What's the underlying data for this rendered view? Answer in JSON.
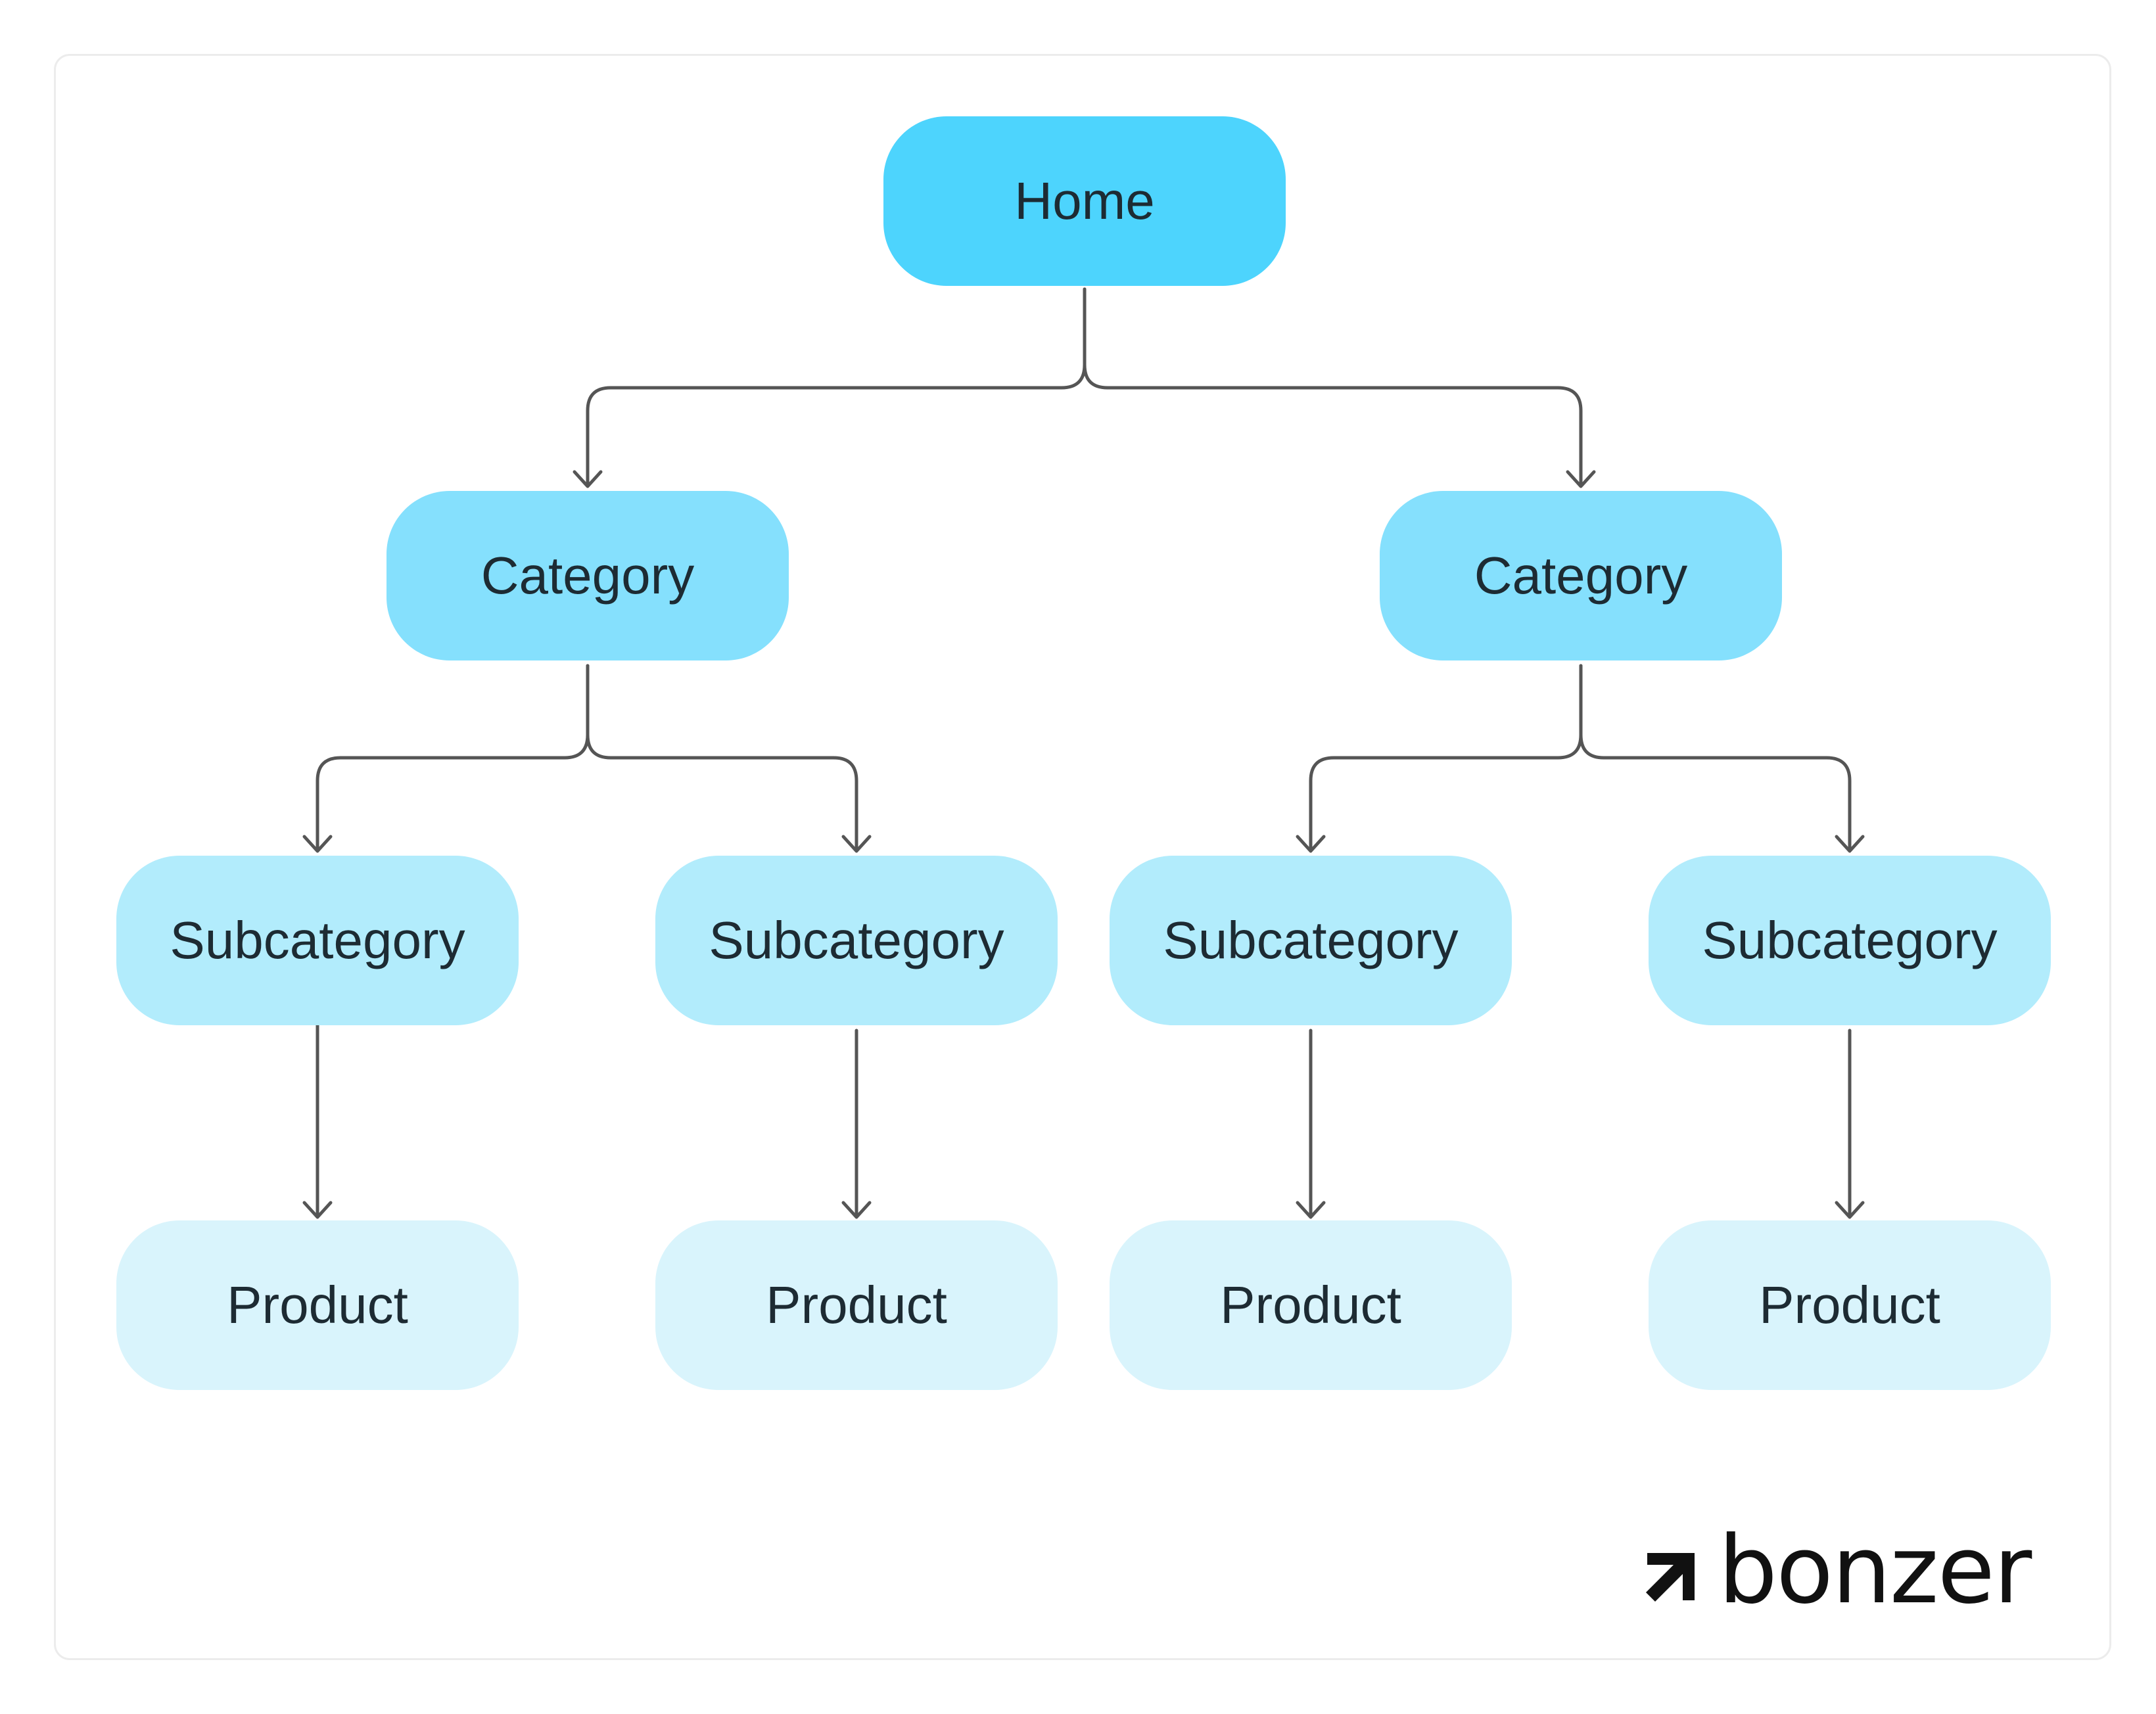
{
  "diagram": {
    "root": {
      "label": "Home"
    },
    "categories": [
      {
        "label": "Category",
        "subcategories": [
          {
            "label": "Subcategory",
            "product": {
              "label": "Product"
            }
          },
          {
            "label": "Subcategory",
            "product": {
              "label": "Product"
            }
          }
        ]
      },
      {
        "label": "Category",
        "subcategories": [
          {
            "label": "Subcategory",
            "product": {
              "label": "Product"
            }
          },
          {
            "label": "Subcategory",
            "product": {
              "label": "Product"
            }
          }
        ]
      }
    ],
    "colors": {
      "home": "#4dd4fd",
      "category": "#85e0fd",
      "subcategory": "#b2ecfc",
      "product": "#d9f4fc",
      "text": "#1d2b33",
      "connector": "#555555"
    }
  },
  "brand": {
    "name": "bonzer",
    "icon": "arrow-up-right-icon"
  }
}
